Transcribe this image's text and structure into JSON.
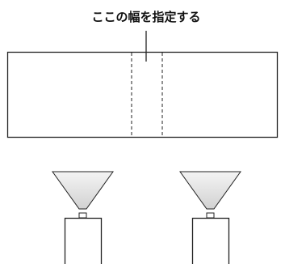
{
  "diagram": {
    "label": "ここの幅を指定する",
    "elements": {
      "screen": "projection-screen",
      "overlap": "overlap-region",
      "projectors": [
        "projector-left",
        "projector-right"
      ]
    },
    "colors": {
      "line": "#222222",
      "beam_top": "#f4f4f4",
      "beam_bottom": "#d2d2d2",
      "background": "#ffffff"
    }
  }
}
